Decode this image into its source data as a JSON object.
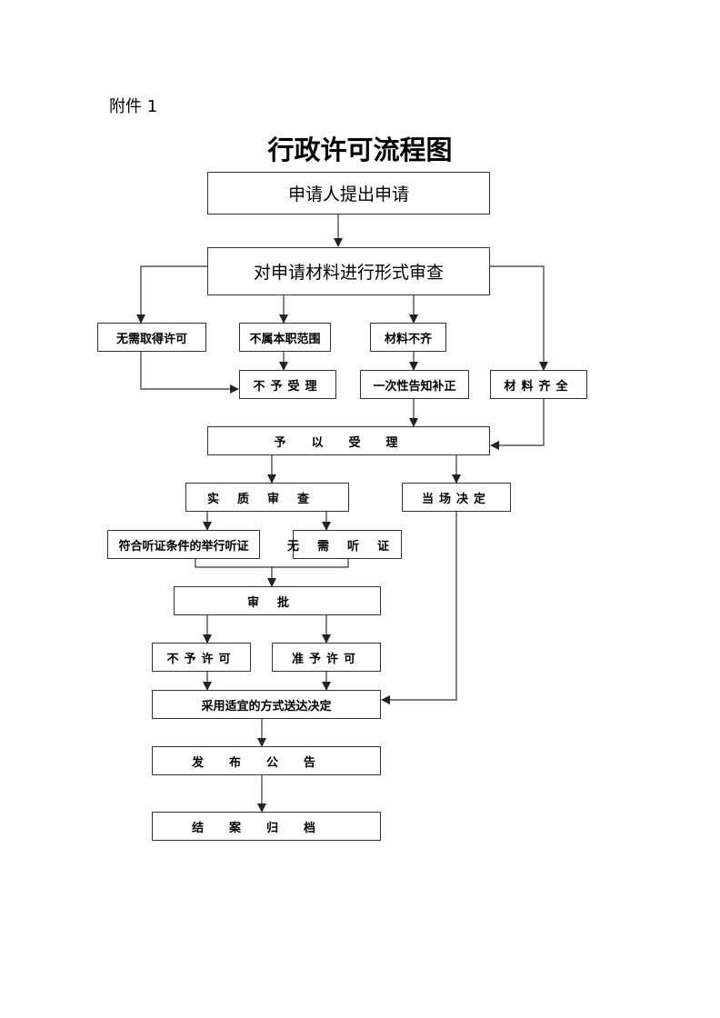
{
  "document": {
    "attachment_label": "附件 1",
    "title": "行政许可流程图"
  },
  "flowchart": {
    "nodes": {
      "apply": "申请人提出申请",
      "formal_review": "对申请材料进行形式审查",
      "no_permit_needed": "无需取得许可",
      "out_of_scope": "不属本职范围",
      "materials_incomplete": "材料不齐",
      "not_accepted": "不予受理",
      "one_time_notice": "一次性告知补正",
      "materials_complete": "材料齐全",
      "accepted": "予以受理",
      "substantive_review": "实质审查",
      "on_site_decision": "当场决定",
      "hearing": "符合听证条件的举行听证",
      "no_hearing": "无需听证",
      "approval": "审批",
      "permit_denied": "不予许可",
      "permit_granted": "准予许可",
      "deliver_decision": "采用适宜的方式送达决定",
      "publish_notice": "发布公告",
      "close_archive": "结案归档"
    },
    "edges": [
      [
        "apply",
        "formal_review"
      ],
      [
        "formal_review",
        "no_permit_needed"
      ],
      [
        "formal_review",
        "out_of_scope"
      ],
      [
        "formal_review",
        "materials_incomplete"
      ],
      [
        "formal_review",
        "materials_complete"
      ],
      [
        "no_permit_needed",
        "not_accepted"
      ],
      [
        "out_of_scope",
        "not_accepted"
      ],
      [
        "materials_incomplete",
        "one_time_notice"
      ],
      [
        "one_time_notice",
        "accepted"
      ],
      [
        "materials_complete",
        "accepted"
      ],
      [
        "accepted",
        "substantive_review"
      ],
      [
        "accepted",
        "on_site_decision"
      ],
      [
        "substantive_review",
        "hearing"
      ],
      [
        "substantive_review",
        "no_hearing"
      ],
      [
        "hearing",
        "approval"
      ],
      [
        "no_hearing",
        "approval"
      ],
      [
        "approval",
        "permit_denied"
      ],
      [
        "approval",
        "permit_granted"
      ],
      [
        "permit_denied",
        "deliver_decision"
      ],
      [
        "permit_granted",
        "deliver_decision"
      ],
      [
        "on_site_decision",
        "deliver_decision"
      ],
      [
        "deliver_decision",
        "publish_notice"
      ],
      [
        "publish_notice",
        "close_archive"
      ]
    ]
  }
}
